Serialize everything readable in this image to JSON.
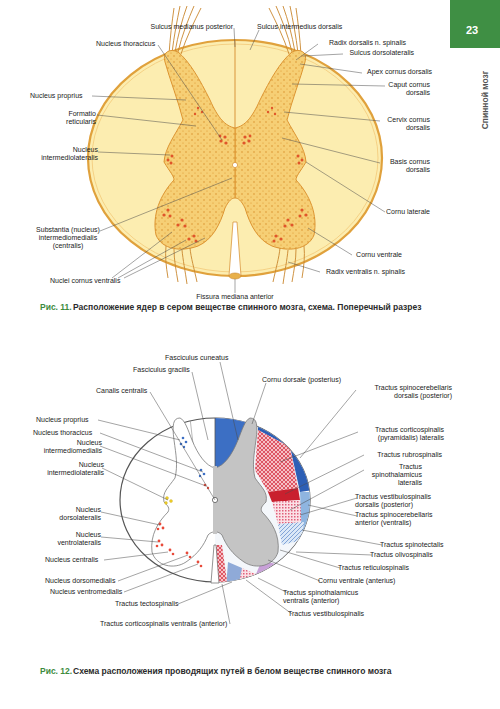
{
  "diagram": {
    "labels": [
      "23",
      "Спинной мозг",
      "Sulcus medianus posterior",
      "Sulcus intermedius dorsalis",
      "Nucleus thoracicus",
      "Radix dorsalis n. spinalis",
      "Sulcus dorsolateralis",
      "Apex cornus dorsalis",
      "Caput cornus dorsalis",
      "Nucleus proprius",
      "Formatio reticularis",
      "Cervix cornus dorsalis",
      "Nucleus intermediolateralis",
      "Basis cornus dorsalis",
      "Cornu laterale",
      "Substantia (nucleus) intermediomedialis (centralis)",
      "Cornu ventrale",
      "Radix ventralis n. spinalis",
      "Nuclei cornus ventralis",
      "Fissura mediana anterior",
      "Рис. 11.",
      "Расположение ядер в сером веществе спинного мозга, схема. Поперечный разрез",
      "Fasciculus cuneatus",
      "Fasciculus gracilis",
      "Cornu dorsale (posterius)",
      "Canalis centralis",
      "Tractus spinocerebellaris dorsalis (posterior)",
      "Nucleus proprius",
      "Tractus corticospinalis (pyramidalis) lateralis",
      "Nucleus thoracicus",
      "Nucleus intermediomedialis",
      "Tractus rubrospinalis",
      "Nucleus intermediolateralis",
      "Tractus spinothalamicus lateralis",
      "Tractus vestibulospinalis dorsalis (posterior)",
      "Nucleus dorsolateralis",
      "Tractus spinocerebellaris anterior (ventralis)",
      "Nucleus ventrolateralis",
      "Tractus spinotectalis",
      "Tractus olivospinalis",
      "Nucleus centralis",
      "Tractus reticulospinalis",
      "Nucleus dorsomedialis",
      "Cornu ventrale (anterius)",
      "Nucleus ventromedialis",
      "Tractus spinothalamicus ventralis (anterior)",
      "Tractus tectospinalis",
      "Tractus vestibulospinalis",
      "Tractus corticospinalis ventralis (anterior)",
      "Рис. 12.",
      "Схема расположения проводящих путей в белом веществе спинного мозга"
    ]
  }
}
